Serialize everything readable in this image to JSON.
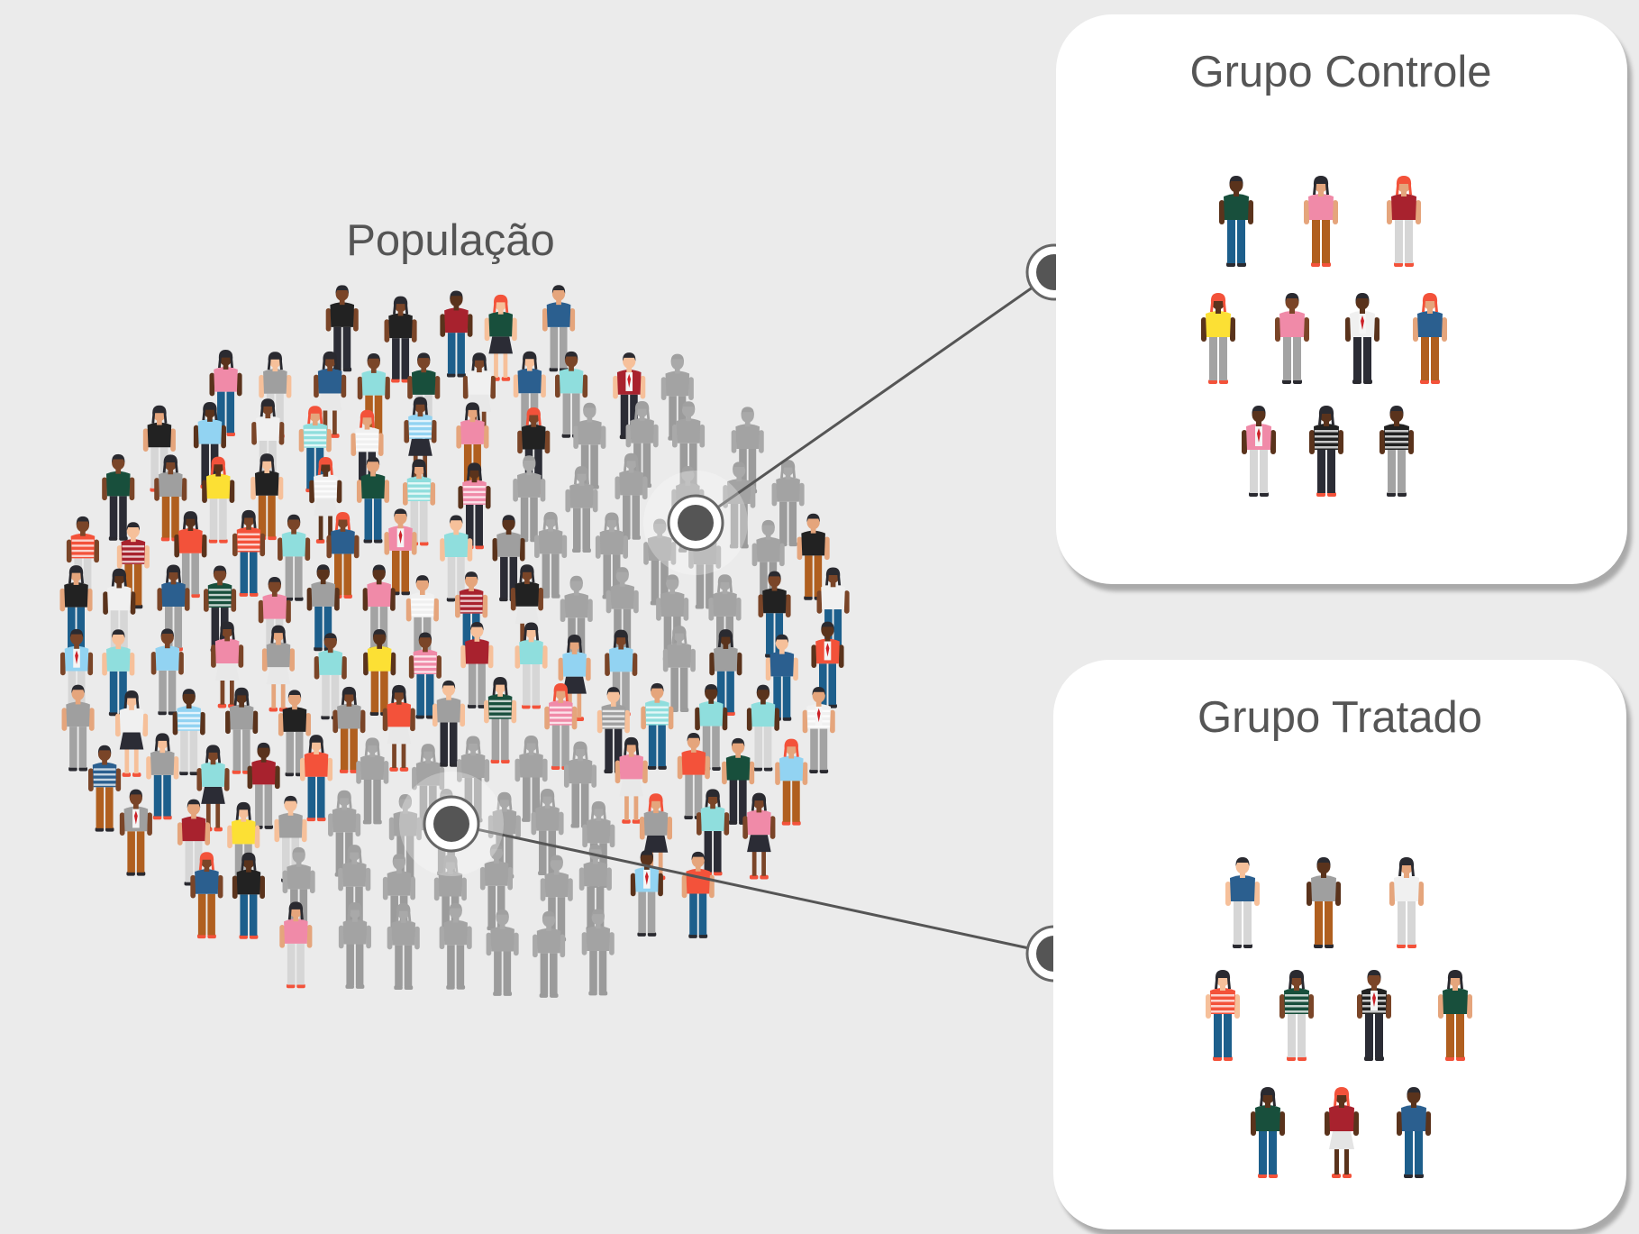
{
  "population": {
    "label": "População"
  },
  "groups": {
    "control": {
      "label": "Grupo Controle"
    },
    "treated": {
      "label": "Grupo Tratado"
    }
  },
  "colors": {
    "background": "#ebebeb",
    "card": "#ffffff",
    "label": "#555555",
    "connector": "#555555",
    "selected_person": "#a6a6a6",
    "skin": [
      "#f6c09a",
      "#e5a57c",
      "#7a4528",
      "#5a331c"
    ],
    "shirts": [
      "#f3523a",
      "#fce034",
      "#8fdedd",
      "#2b5f8f",
      "#92d3f2",
      "#9f9f9f",
      "#f0f0f0",
      "#a8222e",
      "#f08aa8",
      "#184f3c",
      "#222222"
    ],
    "pants": [
      "#2b2c35",
      "#b05f1f",
      "#1d5f8c",
      "#d6d6d6",
      "#a3a3a3"
    ]
  },
  "icons": {
    "person": "person-icon",
    "connector_start": "connector-dot-icon",
    "connector_end": "connector-dot-icon"
  }
}
